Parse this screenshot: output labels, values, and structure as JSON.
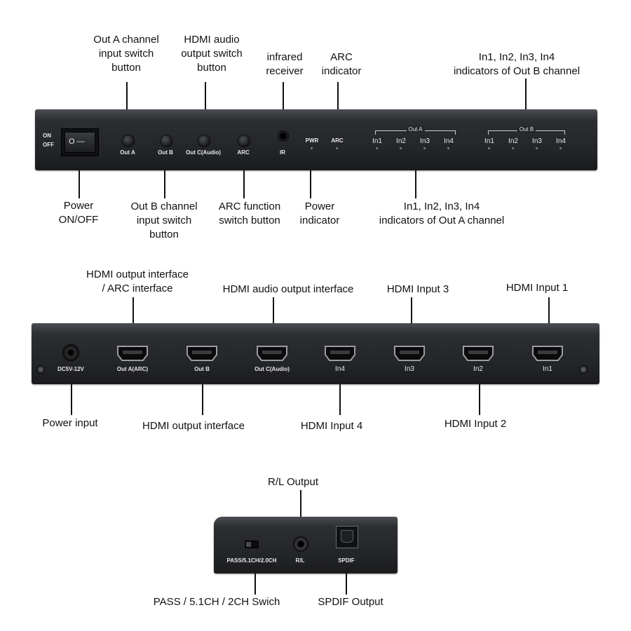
{
  "front_labels": {
    "out_a_button": [
      "Out A channel",
      "input switch",
      "button"
    ],
    "hdmi_audio_button": [
      "HDMI audio",
      "output switch",
      "button"
    ],
    "infrared": [
      "infrared",
      "receiver"
    ],
    "arc_indicator": [
      "ARC",
      "indicator"
    ],
    "out_b_indicators": [
      "In1, In2, In3, In4",
      "indicators of Out B channel"
    ],
    "power_switch": [
      "Power",
      "ON/OFF"
    ],
    "out_b_button": [
      "Out B channel",
      "input switch",
      "button"
    ],
    "arc_function": [
      "ARC function",
      "switch button"
    ],
    "power_indicator": [
      "Power",
      "indicator"
    ],
    "out_a_indicators": [
      "In1, In2, In3, In4",
      "indicators of Out A channel"
    ]
  },
  "front_panel": {
    "switch_on": "ON",
    "switch_off": "OFF",
    "switch_symbols": "O  —",
    "buttons": [
      "Out A",
      "Out B",
      "Out C(Audio)",
      "ARC"
    ],
    "ir": "IR",
    "pwr": "PWR",
    "arc": "ARC",
    "group_a": "Out A",
    "group_b": "Out B",
    "inputs": [
      "In1",
      "In2",
      "In3",
      "In4"
    ]
  },
  "rear_labels": {
    "hdmi_out_arc": [
      "HDMI output interface",
      "/ ARC interface"
    ],
    "hdmi_audio_out": "HDMI audio output interface",
    "input3": "HDMI Input 3",
    "input1": "HDMI Input 1",
    "power_input": "Power input",
    "hdmi_out": "HDMI output interface",
    "input4": "HDMI Input 4",
    "input2": "HDMI Input 2"
  },
  "rear_panel": {
    "dc": "DC5V-12V",
    "ports": [
      "Out A(ARC)",
      "Out B",
      "Out C(Audio)",
      "In4",
      "In3",
      "In2",
      "In1"
    ]
  },
  "audio_labels": {
    "rl_output": "R/L Output",
    "pass_switch": "PASS / 5.1CH / 2CH Swich",
    "spdif_output": "SPDIF Output"
  },
  "audio_panel": {
    "pass": "PASS/5.1CH/2.0CH",
    "rl": "R/L",
    "spdif": "SPDIF"
  },
  "colors": {
    "panel": "#2c2e32",
    "panel_text": "#e8e8e8",
    "caption_text": "#111111"
  }
}
